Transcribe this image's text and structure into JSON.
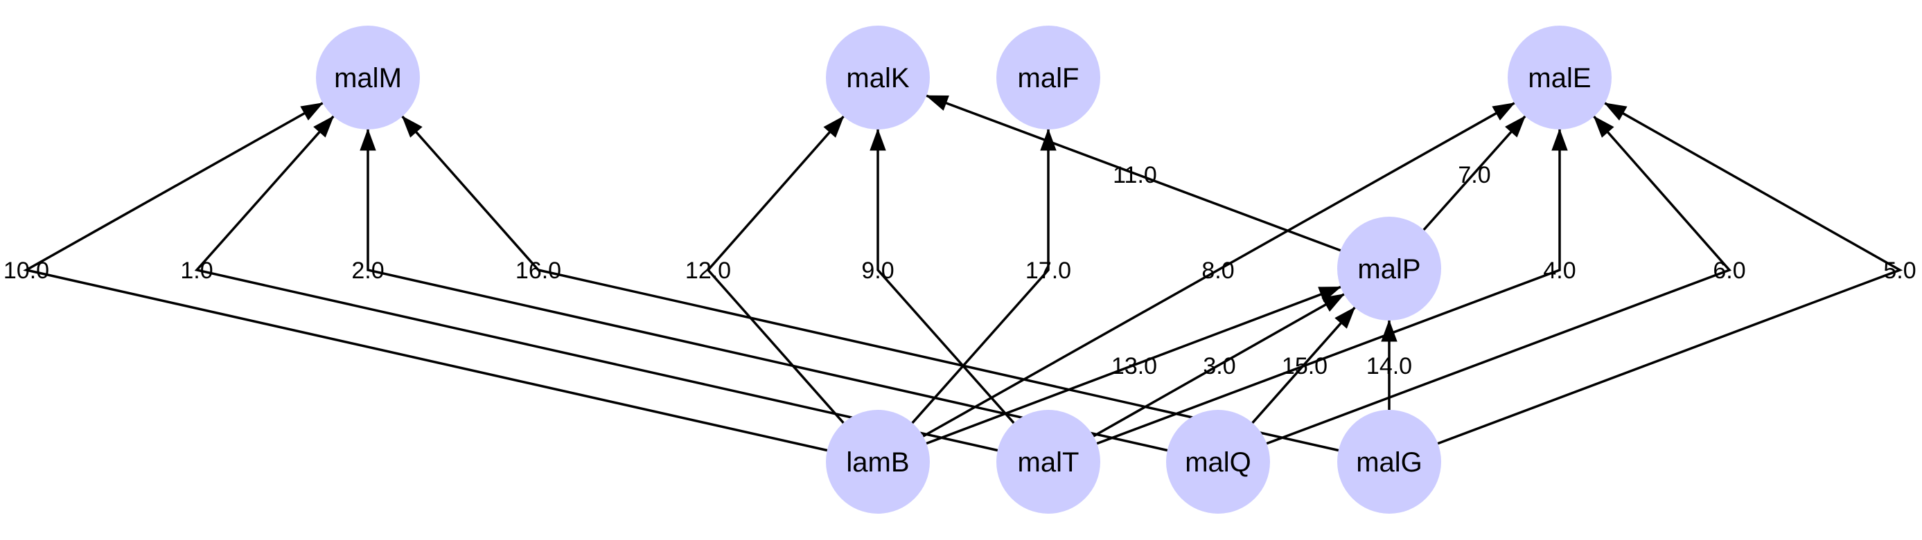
{
  "nodes": [
    {
      "id": "malM",
      "label": "malM"
    },
    {
      "id": "malK",
      "label": "malK"
    },
    {
      "id": "malF",
      "label": "malF"
    },
    {
      "id": "malE",
      "label": "malE"
    },
    {
      "id": "malP",
      "label": "malP"
    },
    {
      "id": "lamB",
      "label": "lamB"
    },
    {
      "id": "malT",
      "label": "malT"
    },
    {
      "id": "malQ",
      "label": "malQ"
    },
    {
      "id": "malG",
      "label": "malG"
    }
  ],
  "edges": [
    {
      "from": "lamB",
      "to": "malM",
      "label": "10.0"
    },
    {
      "from": "malT",
      "to": "malM",
      "label": "1.0"
    },
    {
      "from": "malQ",
      "to": "malM",
      "label": "2.0"
    },
    {
      "from": "malG",
      "to": "malM",
      "label": "16.0"
    },
    {
      "from": "lamB",
      "to": "malK",
      "label": "12.0"
    },
    {
      "from": "malT",
      "to": "malK",
      "label": "9.0"
    },
    {
      "from": "lamB",
      "to": "malF",
      "label": "17.0"
    },
    {
      "from": "lamB",
      "to": "malE",
      "label": "8.0"
    },
    {
      "from": "malP",
      "to": "malK",
      "label": "11.0"
    },
    {
      "from": "malP",
      "to": "malE",
      "label": "7.0"
    },
    {
      "from": "malT",
      "to": "malE",
      "label": "4.0"
    },
    {
      "from": "malQ",
      "to": "malE",
      "label": "6.0"
    },
    {
      "from": "malG",
      "to": "malE",
      "label": "5.0"
    },
    {
      "from": "lamB",
      "to": "malP",
      "label": "13.0"
    },
    {
      "from": "malT",
      "to": "malP",
      "label": "3.0"
    },
    {
      "from": "malQ",
      "to": "malP",
      "label": "15.0"
    },
    {
      "from": "malG",
      "to": "malP",
      "label": "14.0"
    }
  ]
}
